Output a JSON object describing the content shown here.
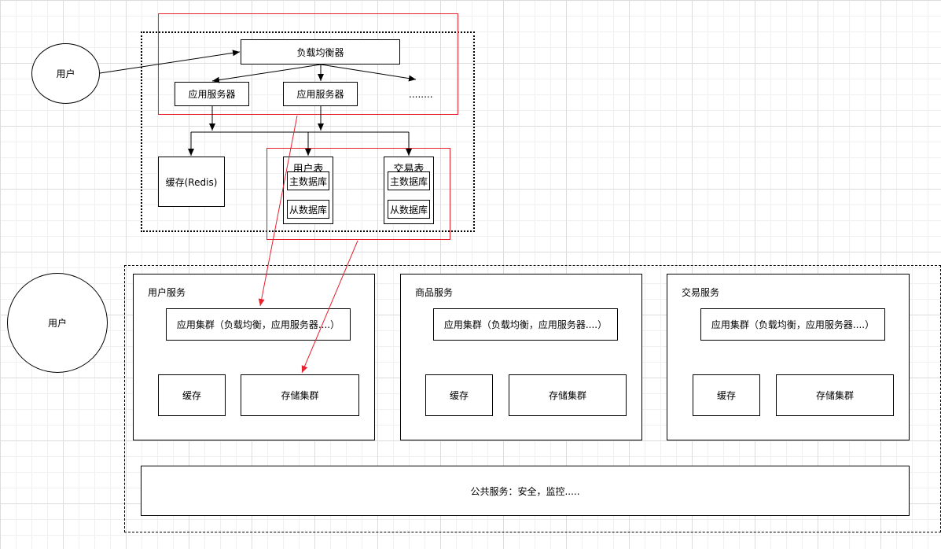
{
  "colors": {
    "line": "#000000",
    "highlight": "#e8212e",
    "grid": "#dcdcdc"
  },
  "top": {
    "user_label": "用户",
    "load_balancer": "负载均衡器",
    "app_server_1": "应用服务器",
    "app_server_2": "应用服务器",
    "ellipsis": "........",
    "cache": "缓存(Redis)",
    "user_table": {
      "title": "用户表",
      "master": "主数据库",
      "slave": "从数据库"
    },
    "trade_table": {
      "title": "交易表",
      "master": "主数据库",
      "slave": "从数据库"
    }
  },
  "bottom": {
    "user_label": "用户",
    "services": [
      {
        "title": "用户服务",
        "cluster": "应用集群（负载均衡，应用服务器....）",
        "cache": "缓存",
        "storage": "存储集群"
      },
      {
        "title": "商品服务",
        "cluster": "应用集群（负载均衡，应用服务器....）",
        "cache": "缓存",
        "storage": "存储集群"
      },
      {
        "title": "交易服务",
        "cluster": "应用集群（负载均衡，应用服务器....）",
        "cache": "缓存",
        "storage": "存储集群"
      }
    ],
    "public_service": "公共服务：安全，监控....."
  }
}
